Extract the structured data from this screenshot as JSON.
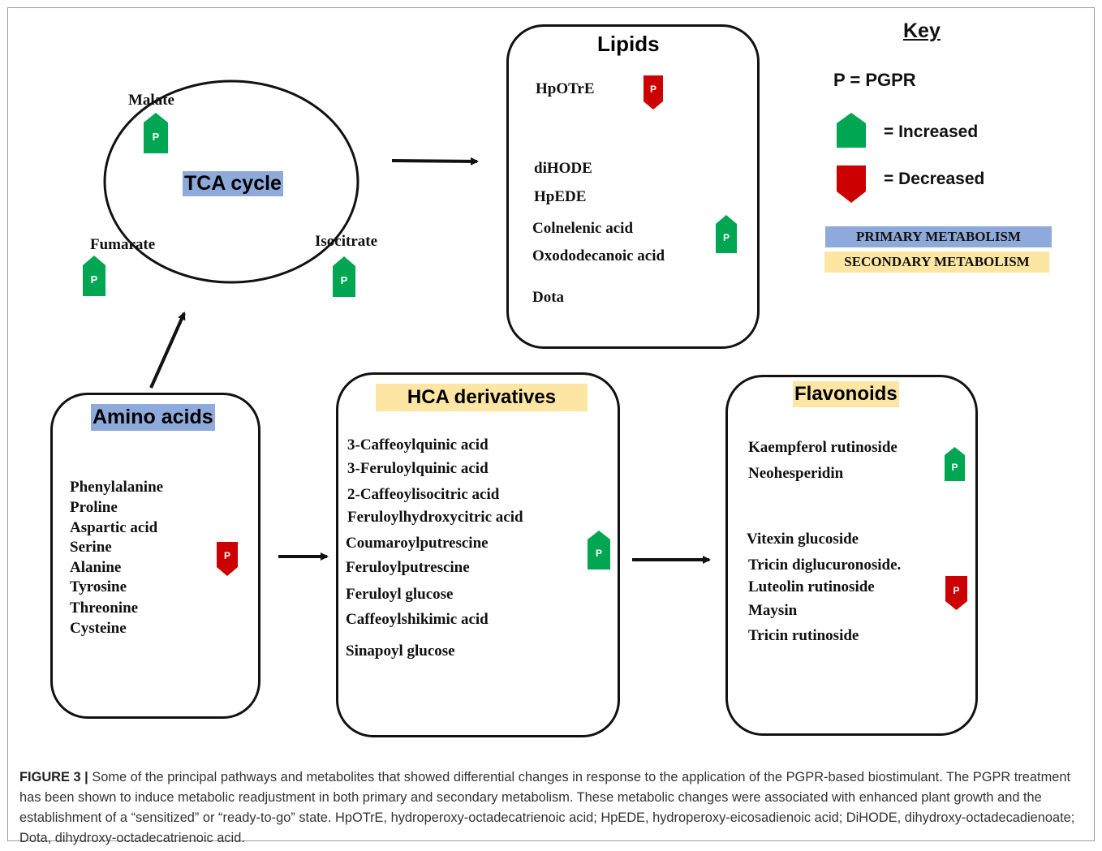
{
  "tca": {
    "title": "TCA cycle",
    "metabolites": [
      "Malate",
      "Fumarate",
      "Isocitrate"
    ]
  },
  "lipids": {
    "title": "Lipids",
    "decreased": [
      "HpOTrE"
    ],
    "increased": [
      "diHODE",
      "HpEDE",
      "Colnelenic acid",
      "Oxododecanoic  acid",
      "Dota"
    ]
  },
  "amino_acids": {
    "title": "Amino acids",
    "items": [
      "Phenylalanine",
      "Proline",
      "Aspartic  acid",
      "Serine",
      "Alanine",
      "Tyrosine",
      "Threonine",
      "Cysteine"
    ]
  },
  "hca": {
    "title": "HCA derivatives",
    "items": [
      "3-Caffeoylquinic  acid",
      "3-Feruloylquinic  acid",
      "2-Caffeoylisocitric  acid",
      "Feruloylhydroxycitric  acid",
      "Coumaroylputrescine",
      "Feruloylputrescine",
      "Feruloyl  glucose",
      "Caffeoylshikimic  acid",
      "Sinapoyl  glucose"
    ]
  },
  "flavonoids": {
    "title": "Flavonoids",
    "increased": [
      "Kaempferol  rutinoside",
      "Neohesperidin"
    ],
    "decreased": [
      "Vitexin  glucoside",
      "Tricin  diglucuronoside.",
      "Luteolin  rutinoside",
      "Maysin",
      "Tricin  rutinoside"
    ]
  },
  "key": {
    "title": "Key",
    "p_def": "P = PGPR",
    "increased": "= Increased",
    "decreased": "= Decreased",
    "primary": "PRIMARY METABOLISM",
    "secondary": "SECONDARY METABOLISM"
  },
  "marker_letter": "P",
  "colors": {
    "increased": "#00a651",
    "decreased": "#cc0000",
    "primary": "#8eaadb",
    "secondary": "#fde6a3"
  },
  "caption": {
    "label": "FIGURE 3 |",
    "text": "Some of the principal pathways and metabolites that showed differential changes in response to the application of the PGPR-based biostimulant. The PGPR treatment has been shown to induce metabolic readjustment in both primary and secondary metabolism. These metabolic changes were associated with enhanced plant growth and the establishment of a “sensitized” or “ready-to-go” state. HpOTrE, hydroperoxy-octadecatrienoic acid; HpEDE, hydroperoxy-eicosadienoic acid; DiHODE, dihydroxy-octadecadienoate; Dota, dihydroxy-octadecatrienoic acid."
  }
}
